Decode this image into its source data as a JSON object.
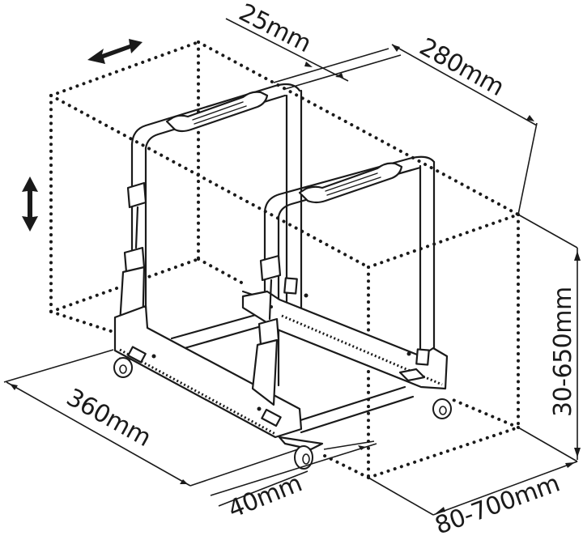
{
  "diagram": {
    "subject": "Adjustable twin-frame rolling stand with carry handles, straps and casters",
    "background": "#ffffff",
    "line_color": "#1a1a1a",
    "dimensions": {
      "top_thickness": {
        "label": "25mm",
        "description": "handle/frame thickness at top"
      },
      "depth": {
        "label": "280mm",
        "description": "frame depth along top edge"
      },
      "height": {
        "label": "30-650mm",
        "description": "adjustable height range"
      },
      "length": {
        "label": "80-700mm",
        "description": "adjustable spacing between frames"
      },
      "width": {
        "label": "360mm",
        "description": "overall base width"
      },
      "base_thickness": {
        "label": "40mm",
        "description": "base rail thickness"
      }
    },
    "indicators": {
      "horizontal_adjust": {
        "icon": "double-arrow-horizontal-icon",
        "meaning": "horizontal adjustment"
      },
      "vertical_adjust": {
        "icon": "double-arrow-vertical-icon",
        "meaning": "vertical adjustment"
      }
    }
  }
}
